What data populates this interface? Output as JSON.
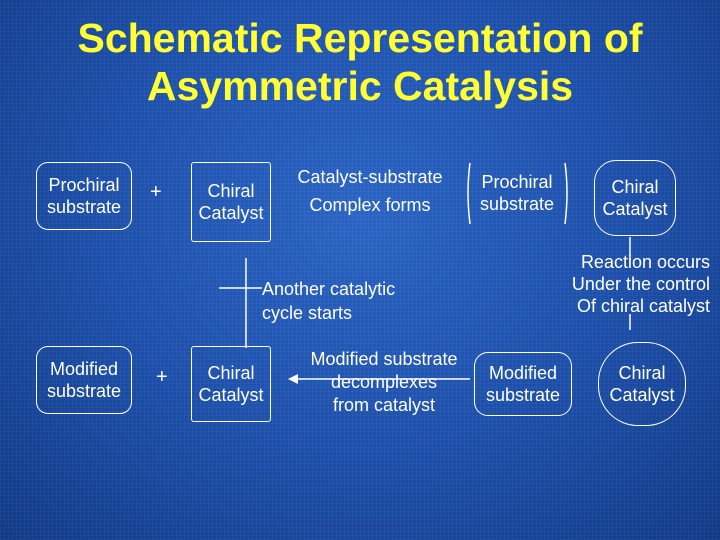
{
  "title": {
    "line1": "Schematic Representation of",
    "line2": "Asymmetric Catalysis"
  },
  "row1": {
    "prochiral_substrate": "Prochiral substrate",
    "plus": "+",
    "chiral_catalyst": "Chiral Catalyst",
    "complex_line1": "Catalyst-substrate",
    "complex_line2": "Complex forms",
    "prochiral_substrate_2": "Prochiral substrate",
    "chiral_catalyst_2": "Chiral Catalyst"
  },
  "middle": {
    "another_cycle_line1": "Another catalytic",
    "another_cycle_line2": "cycle starts",
    "reaction_line1": "Reaction occurs",
    "reaction_line2": "Under the control",
    "reaction_line3": "Of chiral catalyst"
  },
  "row2": {
    "modified_substrate": "Modified substrate",
    "plus": "+",
    "chiral_catalyst": "Chiral Catalyst",
    "decomplex_line1": "Modified substrate",
    "decomplex_line2": "decomplexes",
    "decomplex_line3": "from catalyst",
    "modified_substrate_2": "Modified substrate",
    "chiral_catalyst_2": "Chiral Catalyst"
  },
  "colors": {
    "title": "#ffff33",
    "background": "#1c4ea8",
    "text": "#ffffff"
  }
}
